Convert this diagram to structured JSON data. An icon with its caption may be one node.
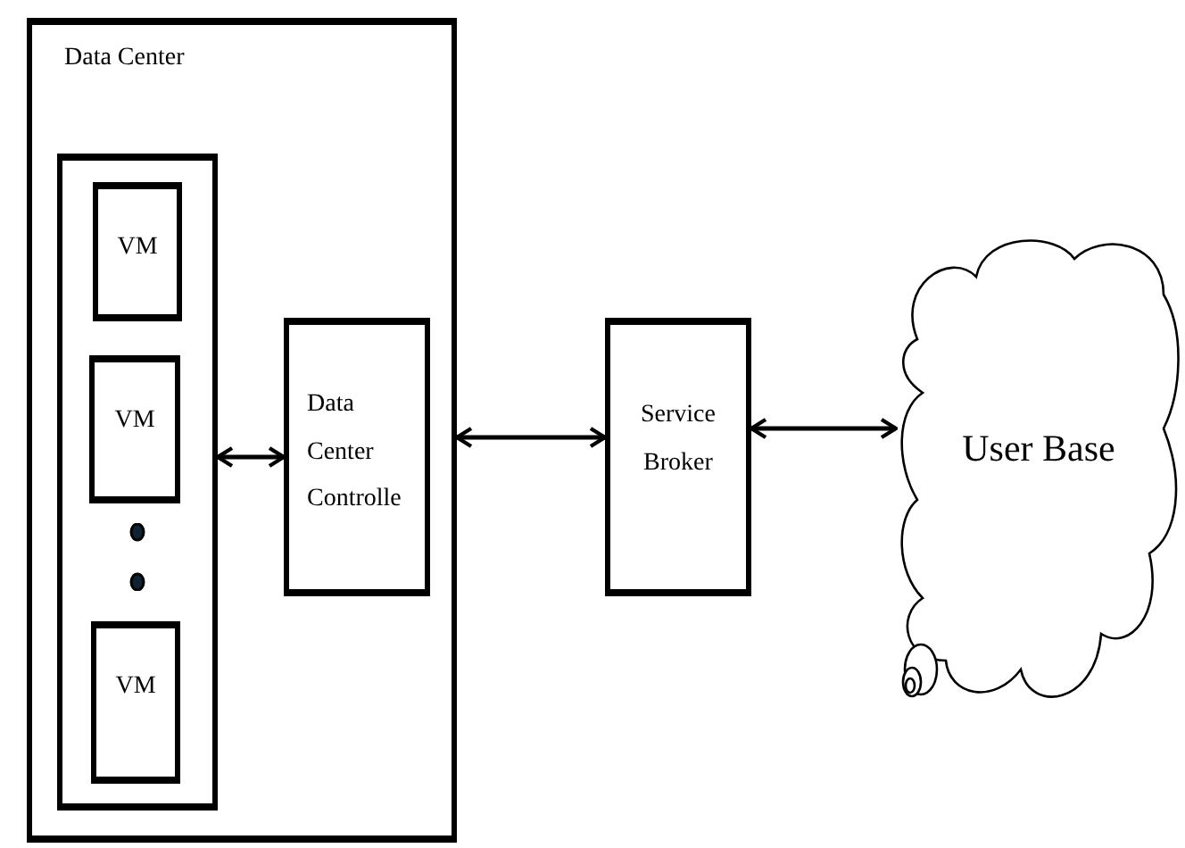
{
  "diagram": {
    "nodes": [
      {
        "text": [
          "Data Center"
        ]
      },
      {
        "text": [],
        "shape": "box",
        "in": 0
      },
      {
        "text": [
          "VM"
        ],
        "in": 1
      },
      {
        "text": [
          "VM"
        ],
        "in": 1
      },
      {
        "text": [
          "VM"
        ],
        "in": 1
      },
      {
        "text": [
          "Data Center Controlle"
        ],
        "in": 0
      },
      {
        "text": [
          "Service Broker"
        ]
      },
      {
        "text": [
          "User Base"
        ]
      }
    ],
    "edges": [
      {
        "from": 1,
        "to": 5,
        "arrow": "both"
      },
      {
        "from": 0,
        "to": 6,
        "arrow": "both"
      },
      {
        "from": 6,
        "to": 7,
        "arrow": "both"
      }
    ]
  }
}
